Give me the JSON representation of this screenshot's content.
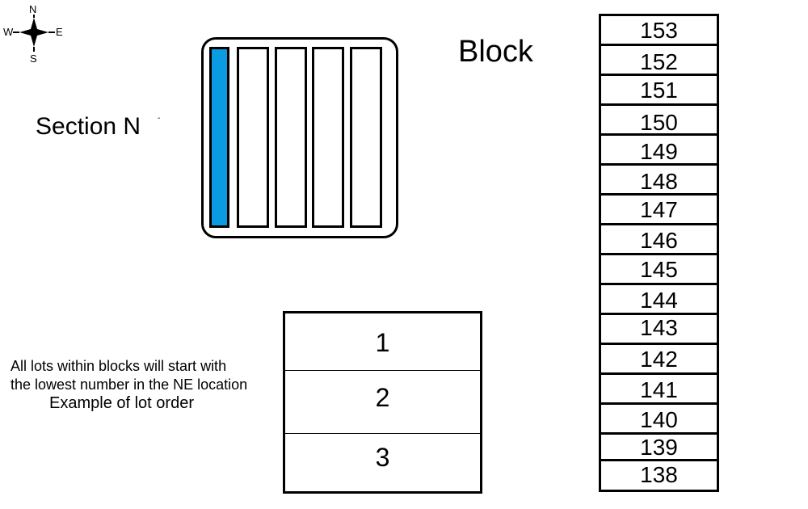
{
  "compass": {
    "n": "N",
    "s": "S",
    "w": "W",
    "e": "E"
  },
  "section": {
    "label": "Section N",
    "mark": "-"
  },
  "block": {
    "label": "Block",
    "rows": [
      "153",
      "152",
      "151",
      "150",
      "149",
      "148",
      "147",
      "146",
      "145",
      "144",
      "143",
      "142",
      "141",
      "140",
      "139",
      "138"
    ]
  },
  "note": {
    "line1": "All lots within blocks will start with",
    "line2": "the lowest number in the NE location",
    "line3": "Example of lot order"
  },
  "lots": [
    "1",
    "2",
    "3"
  ],
  "colors": {
    "highlight": "#0b9be0"
  }
}
